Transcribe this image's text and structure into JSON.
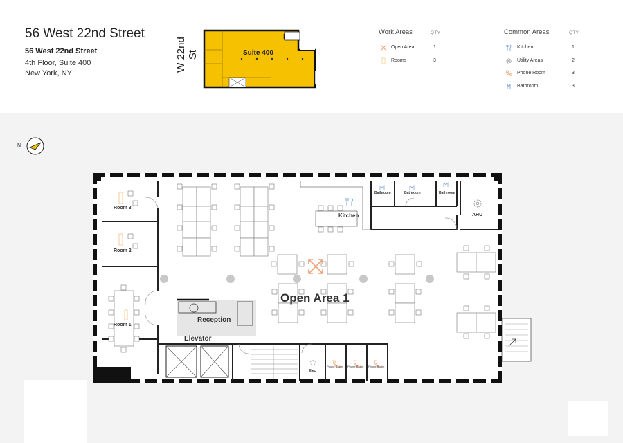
{
  "header": {
    "title": "56 West 22nd Street",
    "address_line1": "56 West 22nd Street",
    "address_line2": "4th Floor, Suite 400",
    "address_line3": "New York, NY",
    "street_label": "W 22nd St",
    "keymap_label": "Suite 400"
  },
  "legend": {
    "work_areas": {
      "heading": "Work Areas",
      "qty_label": "QTY",
      "items": [
        {
          "label": "Open Area",
          "qty": "1",
          "icon": "open-area-icon"
        },
        {
          "label": "Rooms",
          "qty": "3",
          "icon": "room-icon"
        }
      ]
    },
    "common_areas": {
      "heading": "Common Areas",
      "qty_label": "QTY",
      "items": [
        {
          "label": "Kitchen",
          "qty": "1",
          "icon": "kitchen-icon"
        },
        {
          "label": "Utility Areas",
          "qty": "2",
          "icon": "gear-icon"
        },
        {
          "label": "Phone Room",
          "qty": "3",
          "icon": "phone-icon"
        },
        {
          "label": "Bathroom",
          "qty": "3",
          "icon": "bathroom-icon"
        }
      ]
    }
  },
  "compass": {
    "label": "N"
  },
  "plan": {
    "rooms": {
      "room3": "Room 3",
      "room2": "Room 2",
      "room1": "Room 1",
      "kitchen": "Kitchen",
      "bathroom1": "Bathroom",
      "bathroom2": "Bathroom",
      "bathroom3": "Bathroom",
      "ahu": "AHU",
      "open_area": "Open Area 1",
      "reception": "Reception",
      "elevator": "Elevator",
      "elec": "Elec",
      "phone1": "Phone Room",
      "phone2": "Phone Room",
      "phone3": "Phone Room"
    }
  },
  "colors": {
    "suite_yellow": "#f5c100",
    "accent_orange": "#f0a070",
    "icon_blue": "#7ea6d8",
    "wall": "#111111"
  }
}
